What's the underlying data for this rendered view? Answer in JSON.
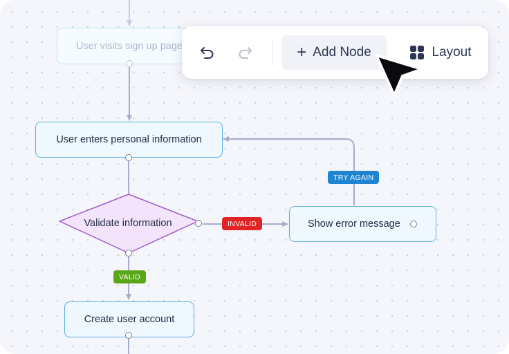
{
  "canvas": {
    "nodes": {
      "visit": "User visits sign up page",
      "personal": "User enters personal information",
      "validate": "Validate information",
      "error": "Show error message",
      "create": "Create user account"
    },
    "edge_labels": {
      "invalid": "INVALID",
      "valid": "VALID",
      "try_again": "TRY AGAIN"
    },
    "colors": {
      "node_border": "#5aaee2",
      "node_fill": "#eef8fe",
      "diamond_border": "#a15bc6",
      "diamond_fill": "#f3e3fb",
      "invalid": "#e02424",
      "valid": "#5aa61a",
      "try_again": "#1f84d1",
      "edge": "#a8acc8"
    }
  },
  "toolbar": {
    "undo_icon": "undo-arrow-icon",
    "redo_icon": "redo-arrow-icon",
    "add_node_label": "Add Node",
    "add_node_icon": "plus-icon",
    "layout_label": "Layout",
    "layout_icon": "grid-blocks-icon"
  },
  "cursor_icon": "pointer-arrow-icon"
}
